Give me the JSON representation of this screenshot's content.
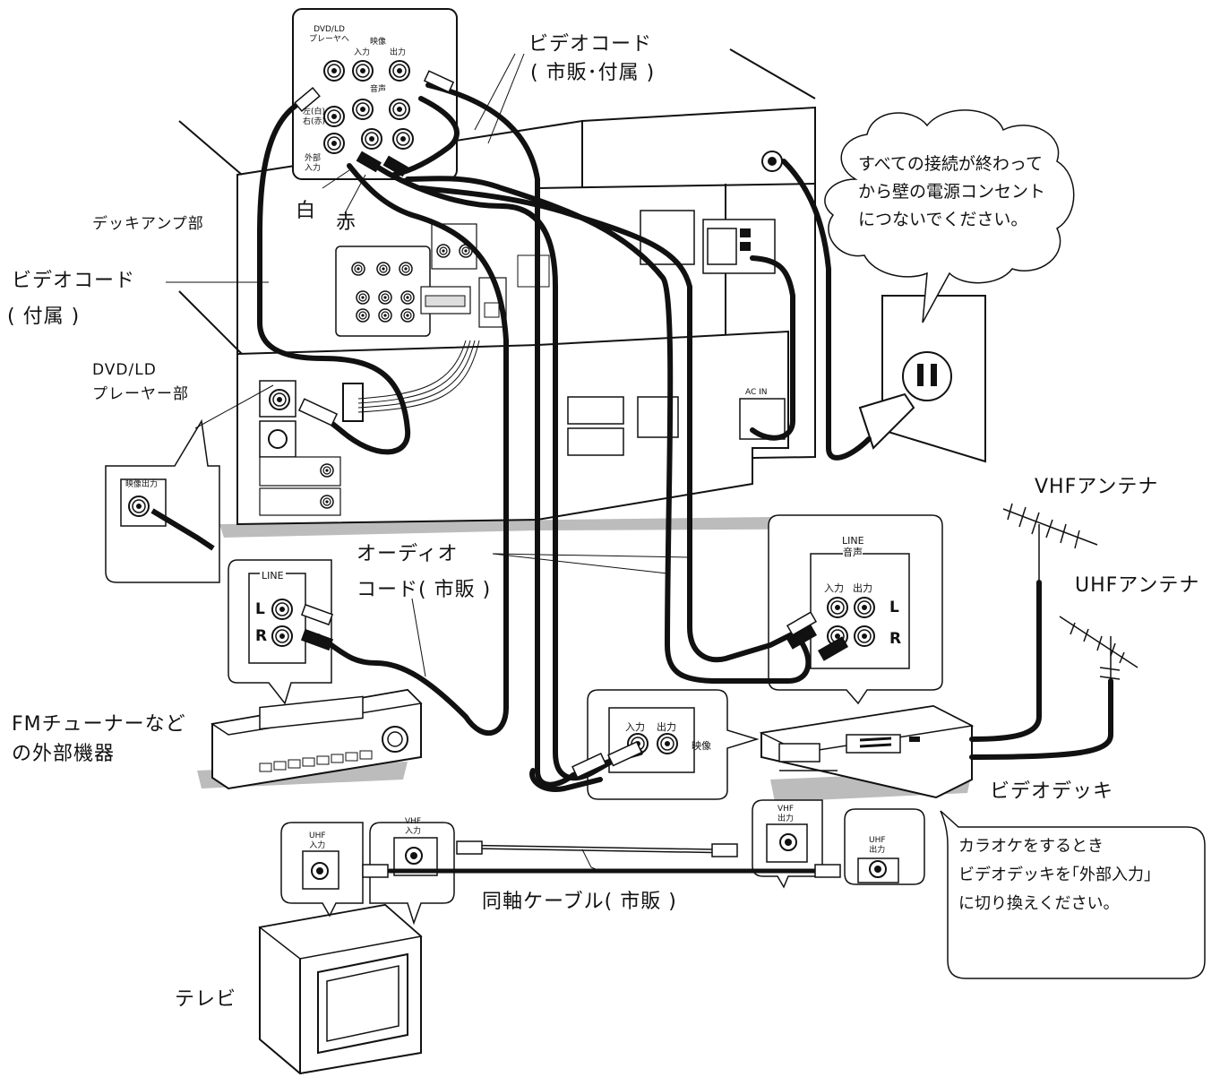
{
  "labels": {
    "video_cord_top": "ビデオコード",
    "video_cord_top_sub": "( 市販･付属 )",
    "white": "白",
    "red": "赤",
    "deck_amp": "デッキアンプ部",
    "video_cord_left": "ビデオコード",
    "video_cord_left_sub": "( 付属 )",
    "dvd_ld_unit_1": "DVD/LD",
    "dvd_ld_unit_2": "プレーヤー部",
    "audio_cord_1": "オーディオ",
    "audio_cord_2": "コード( 市販 )",
    "fm_tuner_1": "FMチューナーなど",
    "fm_tuner_2": "の外部機器",
    "vhf_antenna": "VHFアンテナ",
    "uhf_antenna": "UHFアンテナ",
    "video_deck": "ビデオデッキ",
    "coax_cable": "同軸ケーブル( 市販 )",
    "tv": "テレビ"
  },
  "bubble": {
    "line1": "すべての接続が終わって",
    "line2": "から壁の電源コンセント",
    "line3": "につないでください。"
  },
  "note": {
    "line1": "カラオケをするとき",
    "line2": "ビデオデッキを｢外部入力｣",
    "line3": "に切り換えください。"
  },
  "insets": {
    "line_tag": "LINE",
    "line_l": "L",
    "line_r": "R",
    "vcr_line_tag": "LINE",
    "vcr_line_sub": "音声",
    "vcr_in": "入力",
    "vcr_out": "出力",
    "vcr_l": "L",
    "vcr_r": "R",
    "video_in": "入力",
    "video_out": "出力",
    "video_word": "映像",
    "tv_uhf": "UHF\n入力",
    "tv_vhf": "VHF\n入力",
    "vcr_vhf_out": "VHF\n出力",
    "vcr_uhf_out": "UHF\n出力",
    "video_out_jack": "映像出力",
    "ac_in": "AC IN",
    "top_panel_dvd": "DVD/LD\nプレーヤへ",
    "top_panel_video": "映像",
    "top_panel_in": "入力",
    "top_panel_out": "出力",
    "top_panel_audio": "音声",
    "top_panel_lr": "左(白)\n右(赤)",
    "top_panel_ext": "外部\n入力"
  }
}
